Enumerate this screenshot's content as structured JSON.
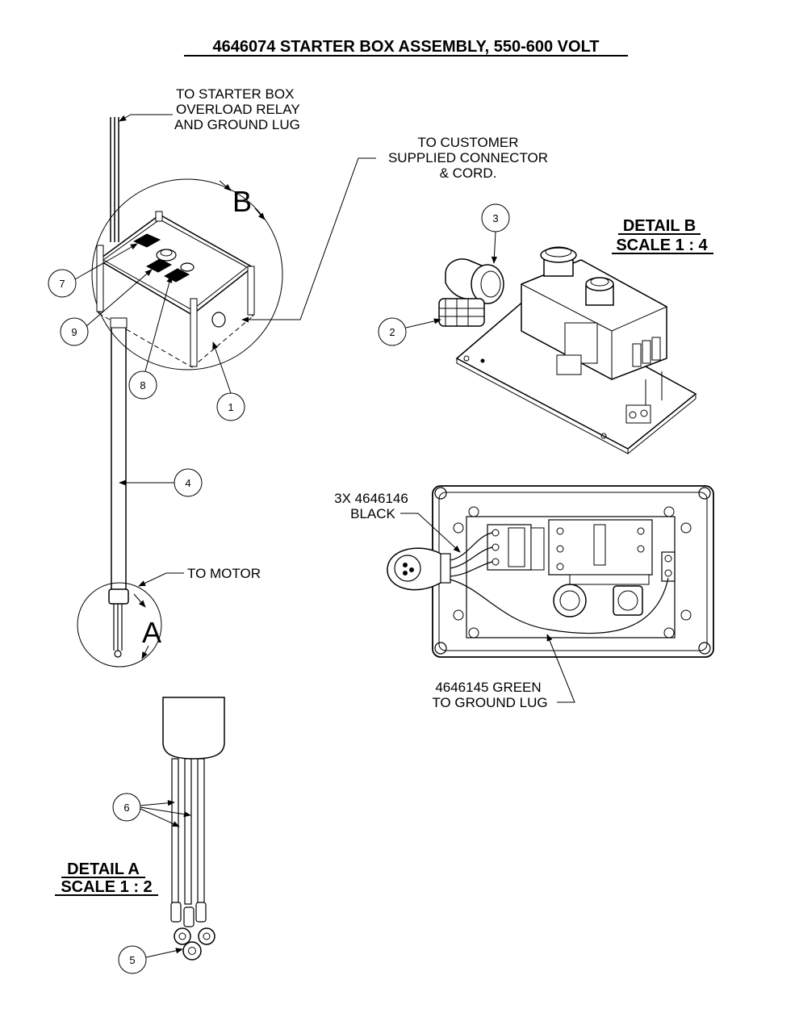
{
  "title": "4646074 STARTER BOX ASSEMBLY, 550-600 VOLT",
  "notes": {
    "starter_box": [
      "TO  STARTER BOX",
      "OVERLOAD RELAY",
      "AND GROUND LUG"
    ],
    "customer": [
      "TO CUSTOMER",
      "SUPPLIED CONNECTOR",
      "& CORD."
    ],
    "to_motor": "TO MOTOR",
    "black_wire": [
      "3X 4646146",
      "BLACK"
    ],
    "green_wire": [
      "4646145 GREEN",
      "TO GROUND LUG"
    ]
  },
  "view_letters": {
    "b": "B",
    "a": "A"
  },
  "details": {
    "b": {
      "name": "DETAIL B",
      "scale": "SCALE 1 : 4"
    },
    "a": {
      "name": "DETAIL A",
      "scale": "SCALE 1 : 2"
    }
  },
  "balloons": [
    "1",
    "2",
    "3",
    "4",
    "5",
    "6",
    "7",
    "8",
    "9"
  ]
}
